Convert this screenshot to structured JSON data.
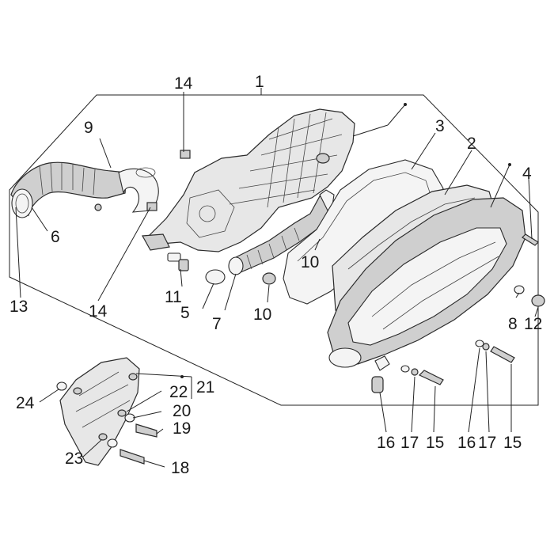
{
  "diagram": {
    "callouts": [
      {
        "id": "c1",
        "text": "1"
      },
      {
        "id": "c2",
        "text": "2"
      },
      {
        "id": "c3",
        "text": "3"
      },
      {
        "id": "c4",
        "text": "4"
      },
      {
        "id": "c5",
        "text": "5"
      },
      {
        "id": "c6",
        "text": "6"
      },
      {
        "id": "c7",
        "text": "7"
      },
      {
        "id": "c8",
        "text": "8"
      },
      {
        "id": "c9",
        "text": "9"
      },
      {
        "id": "c10a",
        "text": "10"
      },
      {
        "id": "c10b",
        "text": "10"
      },
      {
        "id": "c11",
        "text": "11"
      },
      {
        "id": "c12",
        "text": "12"
      },
      {
        "id": "c13",
        "text": "13"
      },
      {
        "id": "c14a",
        "text": "14"
      },
      {
        "id": "c14b",
        "text": "14"
      },
      {
        "id": "c15a",
        "text": "15"
      },
      {
        "id": "c15b",
        "text": "15"
      },
      {
        "id": "c16a",
        "text": "16"
      },
      {
        "id": "c16b",
        "text": "16"
      },
      {
        "id": "c17a",
        "text": "17"
      },
      {
        "id": "c17b",
        "text": "17"
      },
      {
        "id": "c18",
        "text": "18"
      },
      {
        "id": "c19",
        "text": "19"
      },
      {
        "id": "c20",
        "text": "20"
      },
      {
        "id": "c21",
        "text": "21"
      },
      {
        "id": "c22",
        "text": "22"
      },
      {
        "id": "c23",
        "text": "23"
      },
      {
        "id": "c24",
        "text": "24"
      }
    ]
  }
}
